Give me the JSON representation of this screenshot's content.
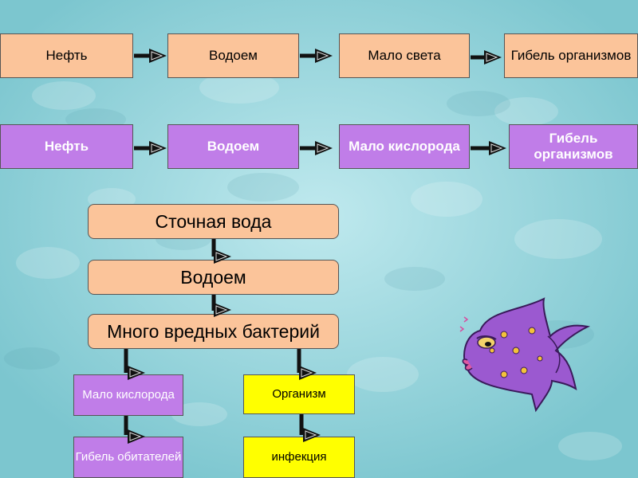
{
  "row1": {
    "items": [
      "Нефть",
      "Водоем",
      "Мало света",
      "Гибель организмов"
    ]
  },
  "row2": {
    "items": [
      "Нефть",
      "Водоем",
      "Мало кислорода",
      "Гибель организмов"
    ]
  },
  "flow": {
    "wastewater": "Сточная вода",
    "reservoir": "Водоем",
    "bacteria": "Много вредных бактерий",
    "low_oxygen": "Мало кислорода",
    "organism": "Организм",
    "death": "Гибель обитателей",
    "infection": "инфекция"
  },
  "colors": {
    "peach": "#fbc49a",
    "purple": "#c07de8",
    "yellow": "#ffff00",
    "water": "#8fd0d8"
  },
  "decoration": {
    "fish_icon": "purple-fish-icon"
  }
}
